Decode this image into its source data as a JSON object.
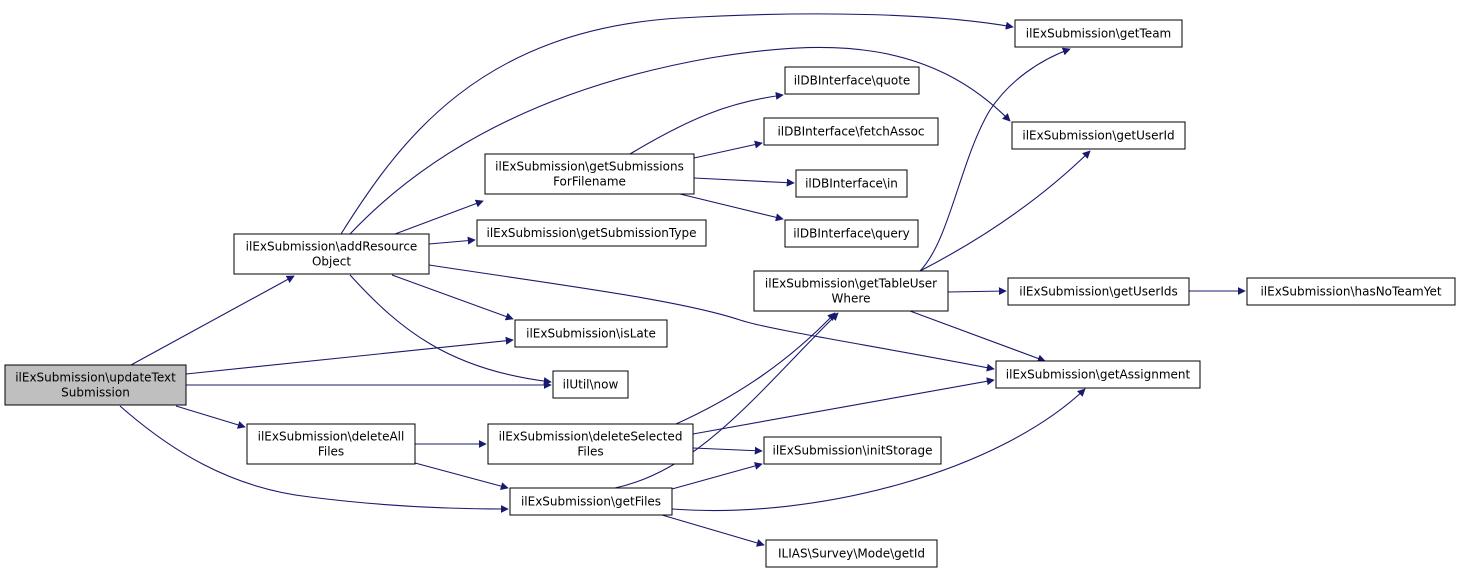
{
  "graph": {
    "nodes": [
      {
        "id": "updateText",
        "lines": [
          "ilExSubmission\\updateText",
          "Submission"
        ],
        "root": true
      },
      {
        "id": "addResource",
        "lines": [
          "ilExSubmission\\addResource",
          "Object"
        ]
      },
      {
        "id": "deleteAll",
        "lines": [
          "ilExSubmission\\deleteAll",
          "Files"
        ]
      },
      {
        "id": "getSubmissions",
        "lines": [
          "ilExSubmission\\getSubmissions",
          "ForFilename"
        ]
      },
      {
        "id": "getSubmissionType",
        "lines": [
          "ilExSubmission\\getSubmissionType"
        ]
      },
      {
        "id": "isLate",
        "lines": [
          "ilExSubmission\\isLate"
        ]
      },
      {
        "id": "now",
        "lines": [
          "ilUtil\\now"
        ]
      },
      {
        "id": "deleteSelected",
        "lines": [
          "ilExSubmission\\deleteSelected",
          "Files"
        ]
      },
      {
        "id": "getFiles",
        "lines": [
          "ilExSubmission\\getFiles"
        ]
      },
      {
        "id": "quote",
        "lines": [
          "ilDBInterface\\quote"
        ]
      },
      {
        "id": "fetchAssoc",
        "lines": [
          "ilDBInterface\\fetchAssoc"
        ]
      },
      {
        "id": "in",
        "lines": [
          "ilDBInterface\\in"
        ]
      },
      {
        "id": "query",
        "lines": [
          "ilDBInterface\\query"
        ]
      },
      {
        "id": "getTableUser",
        "lines": [
          "ilExSubmission\\getTableUser",
          "Where"
        ]
      },
      {
        "id": "initStorage",
        "lines": [
          "ilExSubmission\\initStorage"
        ]
      },
      {
        "id": "getId",
        "lines": [
          "ILIAS\\Survey\\Mode\\getId"
        ]
      },
      {
        "id": "getTeam",
        "lines": [
          "ilExSubmission\\getTeam"
        ]
      },
      {
        "id": "getUserId",
        "lines": [
          "ilExSubmission\\getUserId"
        ]
      },
      {
        "id": "getUserIds",
        "lines": [
          "ilExSubmission\\getUserIds"
        ]
      },
      {
        "id": "getAssignment",
        "lines": [
          "ilExSubmission\\getAssignment"
        ]
      },
      {
        "id": "hasNoTeamYet",
        "lines": [
          "ilExSubmission\\hasNoTeamYet"
        ]
      }
    ],
    "edges": [
      [
        "updateText",
        "addResource"
      ],
      [
        "updateText",
        "isLate"
      ],
      [
        "updateText",
        "now"
      ],
      [
        "updateText",
        "deleteAll"
      ],
      [
        "updateText",
        "getFiles"
      ],
      [
        "addResource",
        "getTeam"
      ],
      [
        "addResource",
        "getUserId"
      ],
      [
        "addResource",
        "getSubmissions"
      ],
      [
        "addResource",
        "getSubmissionType"
      ],
      [
        "addResource",
        "isLate"
      ],
      [
        "addResource",
        "now"
      ],
      [
        "addResource",
        "getAssignment"
      ],
      [
        "getSubmissions",
        "quote"
      ],
      [
        "getSubmissions",
        "fetchAssoc"
      ],
      [
        "getSubmissions",
        "in"
      ],
      [
        "getSubmissions",
        "query"
      ],
      [
        "deleteAll",
        "deleteSelected"
      ],
      [
        "deleteAll",
        "getFiles"
      ],
      [
        "deleteSelected",
        "getTableUser"
      ],
      [
        "deleteSelected",
        "initStorage"
      ],
      [
        "deleteSelected",
        "getAssignment"
      ],
      [
        "getFiles",
        "getTableUser"
      ],
      [
        "getFiles",
        "initStorage"
      ],
      [
        "getFiles",
        "getAssignment"
      ],
      [
        "getFiles",
        "getId"
      ],
      [
        "getTableUser",
        "getTeam"
      ],
      [
        "getTableUser",
        "getUserId"
      ],
      [
        "getTableUser",
        "getUserIds"
      ],
      [
        "getTableUser",
        "getAssignment"
      ],
      [
        "getUserIds",
        "hasNoTeamYet"
      ]
    ]
  }
}
